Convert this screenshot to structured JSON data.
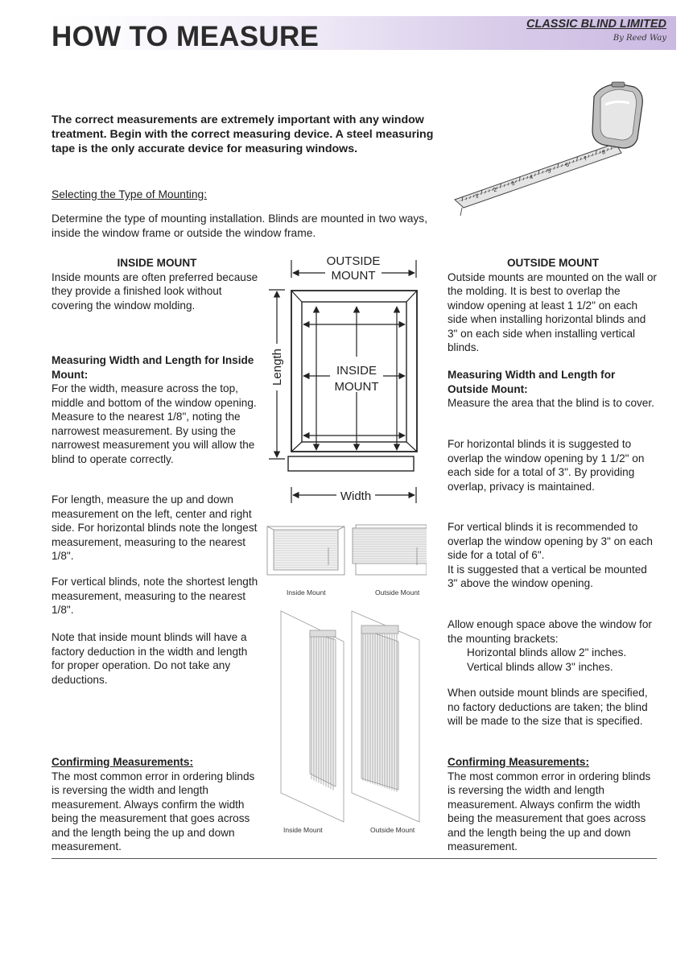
{
  "header": {
    "title": "HOW TO MEASURE",
    "brand": "CLASSIC BLIND LIMITED",
    "brand_sub": "By Reed Way"
  },
  "intro": "The correct measurements are extremely important with any window treatment. Begin with the correct measuring device. A steel measuring tape is the only accurate device for measuring windows.",
  "selecting": {
    "heading": "Selecting the Type of Mounting:",
    "body": "Determine the type of mounting installation. Blinds are mounted in two ways, inside the window frame or outside the window frame."
  },
  "inside": {
    "heading": "INSIDE MOUNT",
    "intro": "Inside mounts are often preferred because they provide a finished look without covering the window molding.",
    "measure_heading": "Measuring Width and Length for Inside Mount:",
    "width_text": "For the width, measure across the top, middle and bottom of the window opening.  Measure to the nearest 1/8\", noting the narrowest measurement. By using the narrowest measurement you will allow the blind to operate correctly.",
    "length_text": "For length, measure the up and down measurement on the left, center and right side.  For horizontal blinds note the longest measurement, measuring to the nearest 1/8\".",
    "vertical_text": "For vertical blinds, note the shortest length measurement, measuring to the nearest 1/8\".",
    "note_text": "Note that inside mount blinds will have a factory deduction in the width and length for proper operation. Do not take any deductions.",
    "confirm_heading": "Confirming Measurements:",
    "confirm_text": "The most common error in ordering blinds is reversing the width and length measurement.  Always confirm the width being the measurement that goes across and the length being the up and down measurement."
  },
  "outside": {
    "heading": "OUTSIDE MOUNT",
    "intro": "Outside mounts are mounted on the wall or the molding.  It is best to overlap the window opening at least 1 1/2\" on each side when installing horizontal blinds and 3\" on each side when installing vertical blinds.",
    "measure_heading": "Measuring Width and Length for Outside Mount:",
    "measure_text": "Measure the area that the blind is to cover.",
    "horizontal_text": "For horizontal blinds it is suggested to overlap the window opening by 1 1/2\" on each side for a total of 3\".  By providing overlap, privacy is maintained.",
    "vertical_text1": "For vertical blinds it is recommended to overlap the window opening by 3\" on each side for a total of 6\".",
    "vertical_text2": "It is suggested that a vertical be mounted 3\" above the window opening.",
    "space_text": "Allow enough space above the window for the mounting brackets:",
    "space_h": "Horizontal blinds allow 2\" inches.",
    "space_v": "Vertical blinds allow 3\" inches.",
    "deduction_text": "When outside mount blinds are specified, no factory deductions are taken; the blind will be made to the size that is specified.",
    "confirm_heading": "Confirming Measurements:",
    "confirm_text": "The most common error in ordering blinds is reversing the width and length measurement.  Always confirm the width being the measurement that goes across and the length being the up and down measurement."
  },
  "diagram": {
    "outside_label_1": "OUTSIDE",
    "outside_label_2": "MOUNT",
    "inside_label_1": "INSIDE",
    "inside_label_2": "MOUNT",
    "length_label": "Length",
    "width_label": "Width"
  },
  "captions": {
    "horizontal_inside": "Inside Mount",
    "horizontal_outside": "Outside Mount",
    "vertical_inside": "Inside Mount",
    "vertical_outside": "Outside Mount"
  },
  "tape_numbers": [
    "1",
    "2",
    "3",
    "4",
    "5",
    "6",
    "7",
    "8"
  ],
  "colors": {
    "banner_accent": "#cbb9e2",
    "ink": "#1e1e1e"
  }
}
